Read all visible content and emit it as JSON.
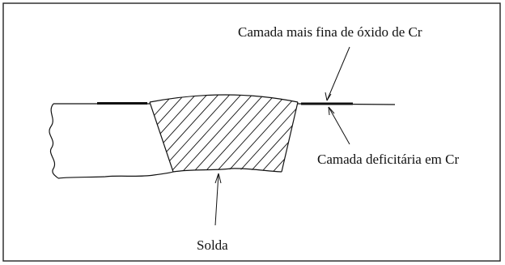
{
  "diagram": {
    "labels": {
      "oxide_layer": "Camada mais fina de óxido de Cr",
      "cr_deficient_layer": "Camada deficitária em Cr",
      "weld": "Solda"
    },
    "colors": {
      "ink": "#111111",
      "border": "#222222",
      "background": "#ffffff"
    }
  }
}
